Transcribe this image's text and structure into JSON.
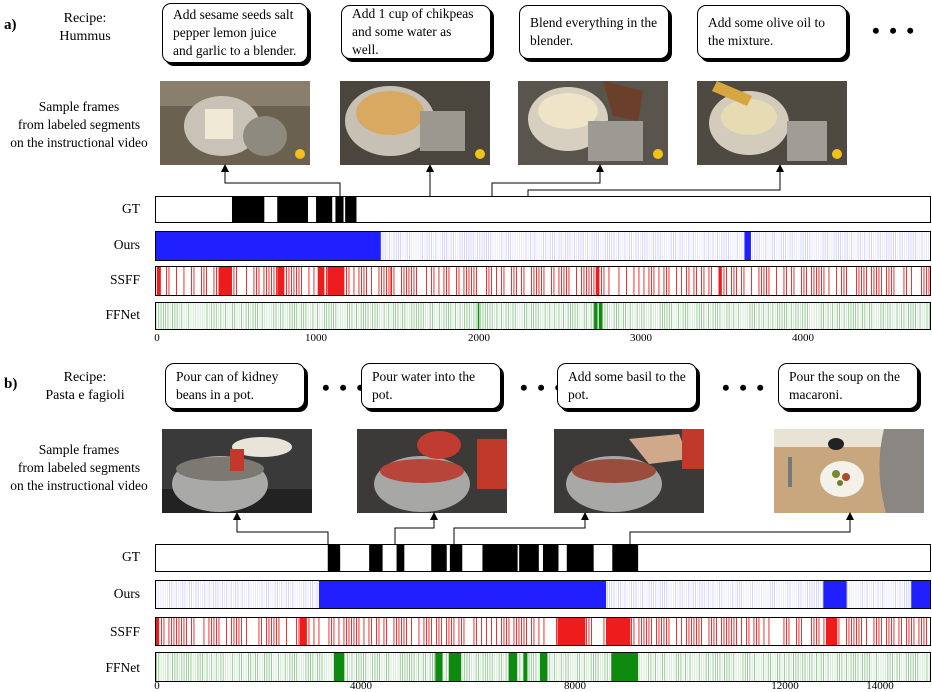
{
  "colors": {
    "gt": "#000000",
    "ours": "#1f1fff",
    "ours_light": "#c9c9ff",
    "ssff": "#ee1c1c",
    "ffnet": "#0e8a0e",
    "ffnet_light": "#cfe8cf"
  },
  "panel_a": {
    "label": "a)",
    "recipe_label": "Recipe:",
    "recipe_name": "Hummus",
    "sample_caption": [
      "Sample frames",
      "from labeled segments",
      "on the instructional video"
    ],
    "steps": [
      "Add sesame seeds salt pepper lemon juice and garlic to a blender.",
      "Add 1 cup of chikpeas and some water as well.",
      "Blend everything in the blender.",
      "Add some olive oil to the mixture."
    ],
    "ellipsis": "• • •",
    "tracks": [
      "GT",
      "Ours",
      "SSFF",
      "FFNet"
    ],
    "axis_max": 4800,
    "ticks": [
      "0",
      "1000",
      "2000",
      "3000",
      "4000"
    ],
    "gt_segments": [
      [
        470,
        670
      ],
      [
        750,
        940
      ],
      [
        990,
        1090
      ],
      [
        1110,
        1160
      ],
      [
        1170,
        1240
      ]
    ],
    "ours_dense": [
      [
        0,
        420
      ],
      [
        415,
        1390
      ],
      [
        3640,
        3680
      ]
    ],
    "ssff_dense": [
      [
        5,
        30
      ],
      [
        390,
        470
      ],
      [
        750,
        790
      ],
      [
        1000,
        1040
      ],
      [
        1060,
        1160
      ],
      [
        1450,
        1460
      ],
      [
        2720,
        2740
      ],
      [
        3480,
        3500
      ]
    ],
    "ffnet_dense": [
      [
        1990,
        2000
      ],
      [
        2710,
        2730
      ],
      [
        2740,
        2760
      ]
    ]
  },
  "panel_b": {
    "label": "b)",
    "recipe_label": "Recipe:",
    "recipe_name": "Pasta e fagioli",
    "sample_caption": [
      "Sample frames",
      "from labeled segments",
      "on the instructional video"
    ],
    "steps": [
      "Pour can of kidney beans in a pot.",
      "Pour water into the pot.",
      "Add some basil to the pot.",
      "Pour the soup on the macaroni."
    ],
    "ellipsis": "• • •",
    "tracks": [
      "GT",
      "Ours",
      "SSFF",
      "FFNet"
    ],
    "axis_max": 15000,
    "ticks": [
      "0",
      "4000",
      "8000",
      "12000",
      "14000"
    ],
    "gt_segments": [
      [
        3320,
        3560
      ],
      [
        4120,
        4380
      ],
      [
        4650,
        4800
      ],
      [
        5320,
        5620
      ],
      [
        5680,
        5920
      ],
      [
        6310,
        6990
      ],
      [
        7020,
        7400
      ],
      [
        7480,
        7780
      ],
      [
        7940,
        8460
      ],
      [
        8820,
        9320
      ]
    ],
    "ours_dense": [
      [
        3150,
        8700
      ],
      [
        12900,
        13350
      ],
      [
        14600,
        15000
      ]
    ],
    "ssff_dense": [
      [
        0,
        60
      ],
      [
        2780,
        2900
      ],
      [
        7760,
        8300
      ],
      [
        8700,
        9170
      ],
      [
        12950,
        13170
      ]
    ],
    "ffnet_dense": [
      [
        3440,
        3640
      ],
      [
        5400,
        5540
      ],
      [
        5660,
        5900
      ],
      [
        6820,
        6980
      ],
      [
        7100,
        7180
      ],
      [
        7420,
        7560
      ],
      [
        8800,
        9320
      ]
    ]
  }
}
